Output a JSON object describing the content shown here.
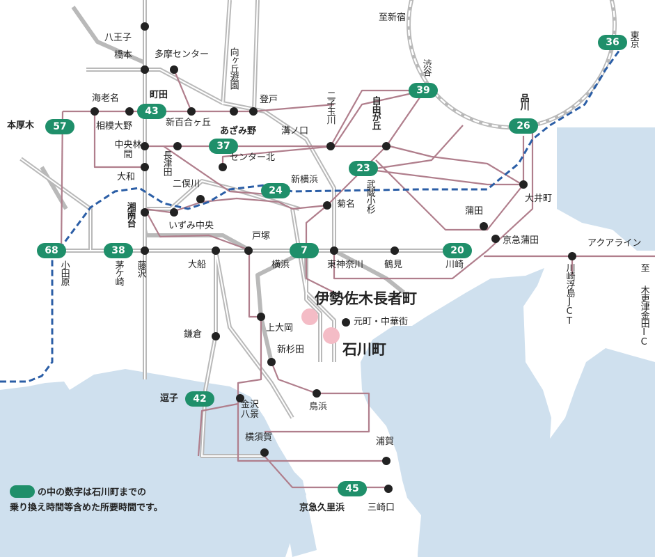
{
  "colors": {
    "water": "#cfe0ee",
    "rail": "#b9b9b9",
    "route": "#b07e8c",
    "highway": "#2b5ea6",
    "badge": "#1f8f6a",
    "station": "#222222",
    "target": "#f4bcc6"
  },
  "destinations": {
    "shinjuku": "至新宿",
    "tokyo": "東京",
    "aqualine": "アクアライン",
    "to": "至",
    "kisarazu": "木更津金田IC"
  },
  "targets": {
    "isezakichojamachi": "伊勢佐木長者町",
    "ishikawacho": "石川町"
  },
  "badges": [
    "36",
    "39",
    "26",
    "43",
    "57",
    "37",
    "23",
    "24",
    "68",
    "38",
    "7",
    "20",
    "42",
    "45"
  ],
  "stations": {
    "hachioji": "八王子",
    "hashimoto": "橋本",
    "tama_center": "多摩センター",
    "mukogaoka": "向ヶ丘遊園",
    "noborito": "登戸",
    "ebina": "海老名",
    "machida": "町田",
    "shinyurigaoka": "新百合ヶ丘",
    "futakotamagawa": "二子玉川",
    "jiyugaoka": "自由が丘",
    "shibuya": "渋谷",
    "shinagawa": "品川",
    "honatsugi": "本厚木",
    "sagamiono": "相模大野",
    "azamino": "あざみ野",
    "mizonokuchi": "溝ノ口",
    "chuorinkan": "中央林間",
    "nagatsuta": "長津田",
    "center_kita": "センター北",
    "yamato": "大和",
    "futamatagawa": "二俣川",
    "shinyokohama": "新横浜",
    "musashikosugi": "武蔵小杉",
    "kikuna": "菊名",
    "oimachi": "大井町",
    "shonandai": "湘南台",
    "izumichuo": "いずみ中央",
    "kamata": "蒲田",
    "keikyu_kamata": "京急蒲田",
    "totsuka": "戸塚",
    "odawara": "小田原",
    "chigasaki": "茅ケ崎",
    "fujisawa": "藤沢",
    "ofuna": "大船",
    "yokohama": "横浜",
    "higashikanagawa": "東神奈川",
    "tsurumi": "鶴見",
    "kawasaki": "川崎",
    "kawasaki_ukishima": "川崎浮島JCT",
    "kamiooka": "上大岡",
    "motomachi": "元町・中華街",
    "kamakura": "鎌倉",
    "shinsugita": "新杉田",
    "zushi": "逗子",
    "kanazawahakkei": "金沢八景",
    "torihama": "鳥浜",
    "yokosuka": "横須賀",
    "uraga": "浦賀",
    "keikyukurihama": "京急久里浜",
    "misakiguchi": "三崎口"
  },
  "legend": {
    "text1": "の中の数字は石川町までの",
    "text2": "乗り換え時間等含めた所要時間です。"
  }
}
